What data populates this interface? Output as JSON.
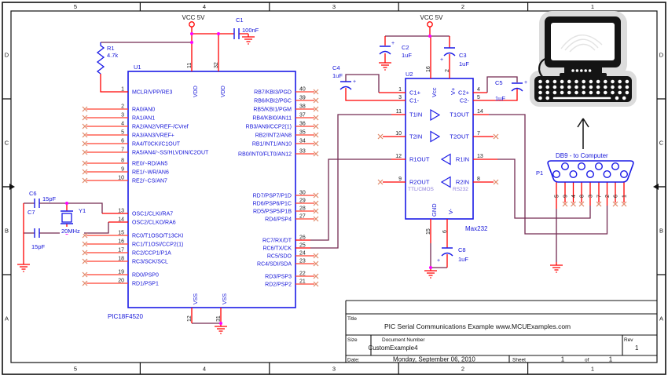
{
  "border": {
    "cols": [
      "5",
      "4",
      "3",
      "2",
      "1"
    ],
    "rows": [
      "D",
      "C",
      "B",
      "A"
    ]
  },
  "power": {
    "vcc_left": "VCC 5V",
    "vcc_right": "VCC 5V"
  },
  "u1": {
    "ref": "U1",
    "part": "PIC18F4520",
    "vdd_label": "VDD",
    "vss_label": "VSS",
    "top_pins": [
      {
        "num": "11"
      },
      {
        "num": "32"
      }
    ],
    "bottom_pins": [
      {
        "num": "12"
      },
      {
        "num": "31"
      }
    ],
    "left_pins": [
      {
        "num": "1",
        "name": "MCLR/VPP/RE3"
      },
      {
        "num": "2",
        "name": "RA0/AN0"
      },
      {
        "num": "3",
        "name": "RA1/AN1"
      },
      {
        "num": "4",
        "name": "RA2/AN2/VREF-/CVref"
      },
      {
        "num": "5",
        "name": "RA3/AN3/VREF+"
      },
      {
        "num": "6",
        "name": "RA4/T0CKI/C1OUT"
      },
      {
        "num": "7",
        "name": "RA5/AN4/~SS/HLVDIN/C2OUT"
      },
      {
        "num": "8",
        "name": "RE0/~RD/AN5"
      },
      {
        "num": "9",
        "name": "RE1/~WR/AN6"
      },
      {
        "num": "10",
        "name": "RE2/~CS/AN7"
      },
      {
        "num": "13",
        "name": "OSC1/CLKI/RA7"
      },
      {
        "num": "14",
        "name": "OSC2/CLKO/RA6"
      },
      {
        "num": "15",
        "name": "RC0/T1OSO/T13CKI"
      },
      {
        "num": "16",
        "name": "RC1/T1OSI/CCP2(1)"
      },
      {
        "num": "17",
        "name": "RC2/CCP1/P1A"
      },
      {
        "num": "18",
        "name": "RC3/SCK/SCL"
      },
      {
        "num": "19",
        "name": "RD0/PSP0"
      },
      {
        "num": "20",
        "name": "RD1/PSP1"
      }
    ],
    "right_pins": [
      {
        "num": "40",
        "name": "RB7/KBI3/PGD"
      },
      {
        "num": "39",
        "name": "RB6/KBI2/PGC"
      },
      {
        "num": "38",
        "name": "RB5/KBI1/PGM"
      },
      {
        "num": "37",
        "name": "RB4/KBI0/AN11"
      },
      {
        "num": "36",
        "name": "RB3/AN9/CCP2(1)"
      },
      {
        "num": "35",
        "name": "RB2/INT2/AN8"
      },
      {
        "num": "34",
        "name": "RB1/INT1/AN10"
      },
      {
        "num": "33",
        "name": "RB0/INT0/FLT0/AN12"
      },
      {
        "num": "30",
        "name": "RD7/PSP7/P1D"
      },
      {
        "num": "29",
        "name": "RD6/PSP6/P1C"
      },
      {
        "num": "28",
        "name": "RD5/PSP5/P1B"
      },
      {
        "num": "27",
        "name": "RD4/PSP4"
      },
      {
        "num": "26",
        "name": "RC7/RX/DT"
      },
      {
        "num": "25",
        "name": "RC6/TX/CK"
      },
      {
        "num": "24",
        "name": "RC5/SDO"
      },
      {
        "num": "23",
        "name": "RC4/SDI/SDA"
      },
      {
        "num": "22",
        "name": "RD3/PSP3"
      },
      {
        "num": "21",
        "name": "RD2/PSP2"
      }
    ]
  },
  "u2": {
    "ref": "U2",
    "part": "Max232",
    "ttl_label": "TTL/CMOS",
    "rs232_label": "RS232",
    "left_pins": [
      {
        "num": "1",
        "name": "C1+"
      },
      {
        "num": "3",
        "name": "C1-"
      },
      {
        "num": "11",
        "name": "T1IN"
      },
      {
        "num": "10",
        "name": "T2IN"
      },
      {
        "num": "12",
        "name": "R1OUT"
      },
      {
        "num": "9",
        "name": "R2OUT"
      }
    ],
    "right_pins": [
      {
        "num": "4",
        "name": "C2+"
      },
      {
        "num": "5",
        "name": "C2-"
      },
      {
        "num": "14",
        "name": "T1OUT"
      },
      {
        "num": "7",
        "name": "T2OUT"
      },
      {
        "num": "13",
        "name": "R1IN"
      },
      {
        "num": "8",
        "name": "R2IN"
      }
    ],
    "top_pins": [
      {
        "num": "16",
        "name": "Vcc"
      },
      {
        "num": "2",
        "name": "V+"
      }
    ],
    "bottom_pins": [
      {
        "num": "15",
        "name": "GND"
      },
      {
        "num": "6",
        "name": "V-"
      }
    ]
  },
  "components": {
    "r1": {
      "ref": "R1",
      "value": "4.7k"
    },
    "c1": {
      "ref": "C1",
      "value": "100nF"
    },
    "c2": {
      "ref": "C2",
      "value": "1uF"
    },
    "c3": {
      "ref": "C3",
      "value": "1uF"
    },
    "c4": {
      "ref": "C4",
      "value": "1uF"
    },
    "c5": {
      "ref": "C5",
      "value": "1uF"
    },
    "c6": {
      "ref": "C6",
      "value": "15pF"
    },
    "c7": {
      "ref": "C7",
      "value": "15pF"
    },
    "c8": {
      "ref": "C8",
      "value": "1uF"
    },
    "y1": {
      "ref": "Y1",
      "value": "20MHz"
    }
  },
  "db9": {
    "ref": "P1",
    "label": "DB9 - to Computer",
    "pins": [
      "5",
      "9",
      "4",
      "8",
      "3",
      "7",
      "2",
      "6",
      "1"
    ]
  },
  "title_block": {
    "title_label": "Title",
    "title": "PIC Serial Communications Example www.MCUExamples.com",
    "size_label": "Size",
    "size_value": "Custom",
    "doc_label": "Document Number",
    "doc_value": "Example4",
    "rev_label": "Rev",
    "rev_value": "1",
    "date_label": "Date:",
    "date_value": "Monday, September 06, 2010",
    "sheet_label": "Sheet",
    "sheet_num": "1",
    "of_label": "of",
    "sheet_total": "1"
  },
  "colors": {
    "symbol_blue": "#1a1ae6",
    "wire_red": "#ff0000",
    "wire_dark": "#732b52",
    "junction_magenta": "#ff00ff",
    "ground_red": "#ff0000",
    "nc_salmon": "#e08868",
    "inner_purple": "#8b7bdb"
  }
}
